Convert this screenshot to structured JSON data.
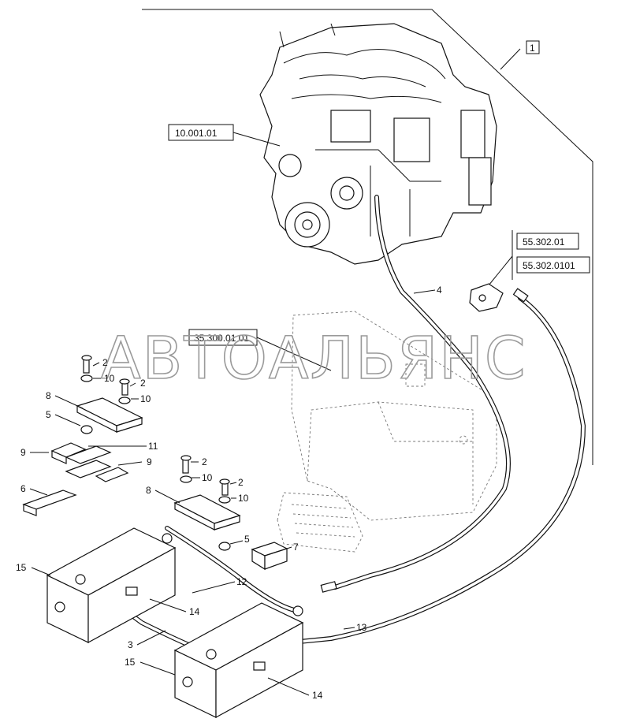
{
  "references": {
    "top_box": "1",
    "engine": "10.001.01",
    "connector_a": "55.302.01",
    "connector_b": "55.302.0101",
    "tank": "35.300.01 01"
  },
  "watermark": "АВТОАЛЬЯНС",
  "callouts": {
    "c2a": "2",
    "c10a": "10",
    "c2b": "2",
    "c10b": "10",
    "c8a": "8",
    "c5a": "5",
    "c9a": "9",
    "c11": "11",
    "c9b": "9",
    "c6": "6",
    "c2c": "2",
    "c10c": "10",
    "c2d": "2",
    "c10d": "10",
    "c8b": "8",
    "c5b": "5",
    "c7": "7",
    "c4": "4",
    "c15a": "15",
    "c12": "12",
    "c14a": "14",
    "c3": "3",
    "c15b": "15",
    "c13": "13",
    "c14b": "14"
  }
}
